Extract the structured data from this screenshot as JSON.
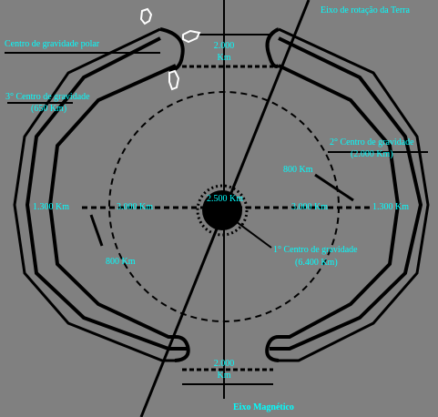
{
  "colors": {
    "background": "#808080",
    "ink": "#000000",
    "label": "#00ffff",
    "island": "#ffffff"
  },
  "labels": {
    "rotation_axis": "Eixo de rotação da Terra",
    "polar_center": "Centro de gravidade polar",
    "third_center_line1": "3° Centro de gravidade",
    "third_center_line2": "(650 Km)",
    "second_center_line1": "2° Centro de gravidade",
    "second_center_line2": "(2.000 Km)",
    "first_center_line1": "1° Centro de gravidade",
    "first_center_line2": "(6.400 Km)",
    "top_gap_line1": "2.000",
    "top_gap_line2": "Km",
    "bottom_gap_line1": "2.000",
    "bottom_gap_line2": "Km",
    "right_upper_distance": "800 Km",
    "left_lower_distance": "800 Km",
    "core_radius": "2.500 Km",
    "left_inner_distance": "3.000 Km",
    "right_inner_distance": "3.000 Km",
    "left_shell_thickness": "1.300 Km",
    "right_shell_thickness": "1.300 Km",
    "magnetic_axis": "Eixo Magnético"
  }
}
